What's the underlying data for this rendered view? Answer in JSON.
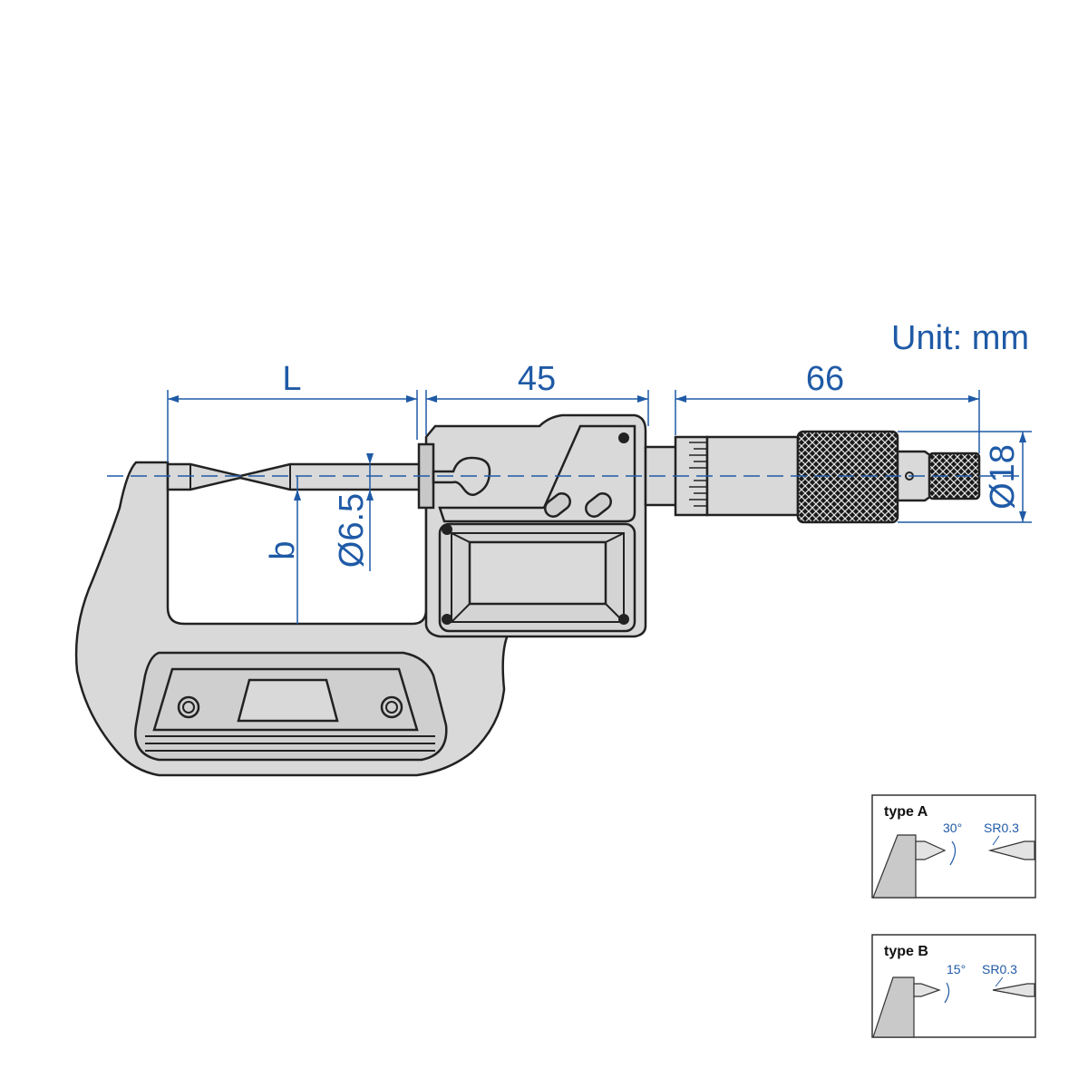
{
  "unit_label": "Unit: mm",
  "dimensions": {
    "L": "L",
    "d45": "45",
    "d66": "66",
    "b": "b",
    "dia_6_5": "Ø6.5",
    "dia_18": "Ø18"
  },
  "insets": [
    {
      "title": "type A",
      "angle": "30°",
      "radius": "SR0.3"
    },
    {
      "title": "type B",
      "angle": "15°",
      "radius": "SR0.3"
    }
  ],
  "colors": {
    "dimension": "#1f5aa6",
    "body": "#d9d9d9",
    "outline": "#222222"
  }
}
